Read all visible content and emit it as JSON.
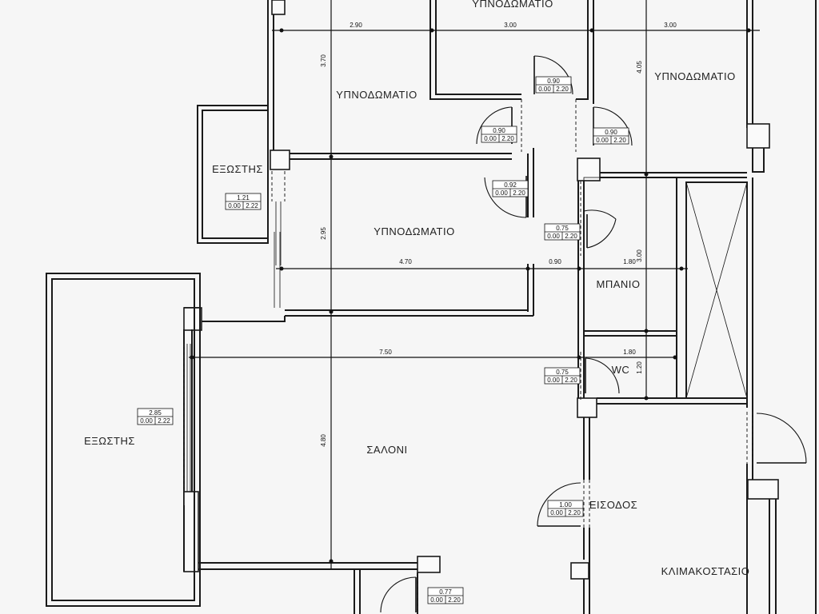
{
  "rooms": {
    "bedroom_top": "ΥΠΝΟΔΩΜΑΤΙΟ",
    "bedroom_left": "ΥΠΝΟΔΩΜΑΤΙΟ",
    "bedroom_right": "ΥΠΝΟΔΩΜΑΤΙΟ",
    "bedroom_middle": "ΥΠΝΟΔΩΜΑΤΙΟ",
    "balcony_small": "ΕΞΩΣΤΗΣ",
    "balcony_large": "ΕΞΩΣΤΗΣ",
    "bathroom": "ΜΠΑΝΙΟ",
    "wc": "WC",
    "living_room": "ΣΑΛΟΝΙ",
    "entrance": "ΕΙΣΟΔΟΣ",
    "stairwell": "ΚΛΙΜΑΚΟΣΤΑΣΙΟ"
  },
  "dimensions": {
    "top_1": "2.90",
    "top_2": "3.00",
    "top_3": "3.00",
    "vert_bedroom_left": "3.70",
    "vert_bedroom_right": "4.05",
    "vert_bedroom_middle": "2.95",
    "mid_1": "4.70",
    "mid_2": "0.90",
    "mid_3": "1.80",
    "vert_bath": "3.00",
    "living_width": "7.50",
    "wc_width": "1.80",
    "vert_wc": "1.20",
    "vert_living": "4.80"
  },
  "openings": {
    "o1": {
      "width": "0.90",
      "sill": "0.00",
      "height": "2.20"
    },
    "o2": {
      "width": "0.90",
      "sill": "0.00",
      "height": "2.20"
    },
    "o3": {
      "width": "0.90",
      "sill": "0.00",
      "height": "2.20"
    },
    "o4": {
      "width": "0.92",
      "sill": "0.00",
      "height": "2.20"
    },
    "o5": {
      "width": "1.21",
      "sill": "0.00",
      "height": "2.22"
    },
    "o6": {
      "width": "0.75",
      "sill": "0.00",
      "height": "2.20"
    },
    "o7": {
      "width": "0.75",
      "sill": "0.00",
      "height": "2.20"
    },
    "o8": {
      "width": "2.85",
      "sill": "0.00",
      "height": "2.22"
    },
    "o9": {
      "width": "1.00",
      "sill": "0.00",
      "height": "2.20"
    },
    "o10": {
      "width": "0.77",
      "sill": "0.00",
      "height": "2.20"
    }
  }
}
